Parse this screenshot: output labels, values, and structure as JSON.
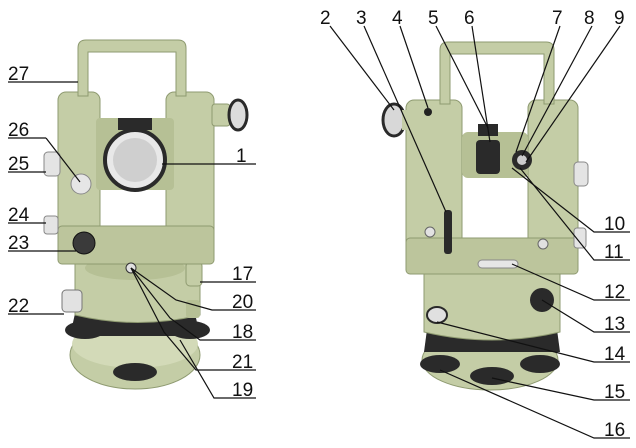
{
  "colors": {
    "body": "#c4cda6",
    "body_shade": "#9ea983",
    "body_light": "#dfe5c8",
    "metal": "#dcdcdc",
    "dark": "#1c1c1c",
    "knob": "#2a2a2a"
  },
  "callouts": {
    "left_view": [
      "27",
      "26",
      "25",
      "24",
      "23",
      "22",
      "1",
      "17",
      "20",
      "18",
      "21",
      "19"
    ],
    "right_view": [
      "2",
      "3",
      "4",
      "5",
      "6",
      "7",
      "8",
      "9",
      "10",
      "11",
      "12",
      "13",
      "14",
      "15",
      "16"
    ]
  }
}
